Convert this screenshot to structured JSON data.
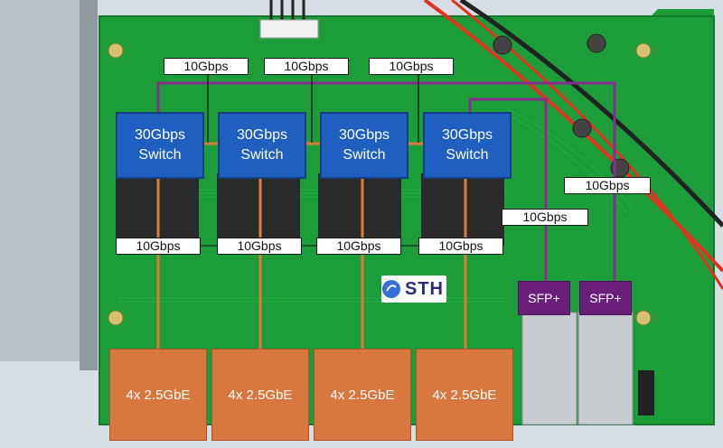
{
  "diagram": {
    "switch_label": "30Gbps\nSwitch",
    "switch_count": 4,
    "port_label": "4x 2.5GbE",
    "port_count": 4,
    "sfp_label": "SFP+",
    "sfp_count": 2,
    "link_label": "10Gbps",
    "logo_text": "STH",
    "colors": {
      "switch": "#1f5fbf",
      "port": "#d9783e",
      "sfp": "#6a1f7a",
      "link_purple": "#8a2c8f",
      "link_orange": "#e07a3a",
      "pcb": "#1c9d3a"
    }
  }
}
